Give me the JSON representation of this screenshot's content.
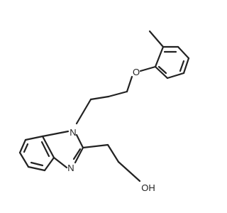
{
  "structure": {
    "atom_labels": {
      "oxygen_ether": "O",
      "nitrogen_1": "N",
      "nitrogen_3": "N",
      "hydroxyl": "OH"
    },
    "colors": {
      "bond": "#222222",
      "label": "#222222",
      "background": "#ffffff"
    }
  }
}
